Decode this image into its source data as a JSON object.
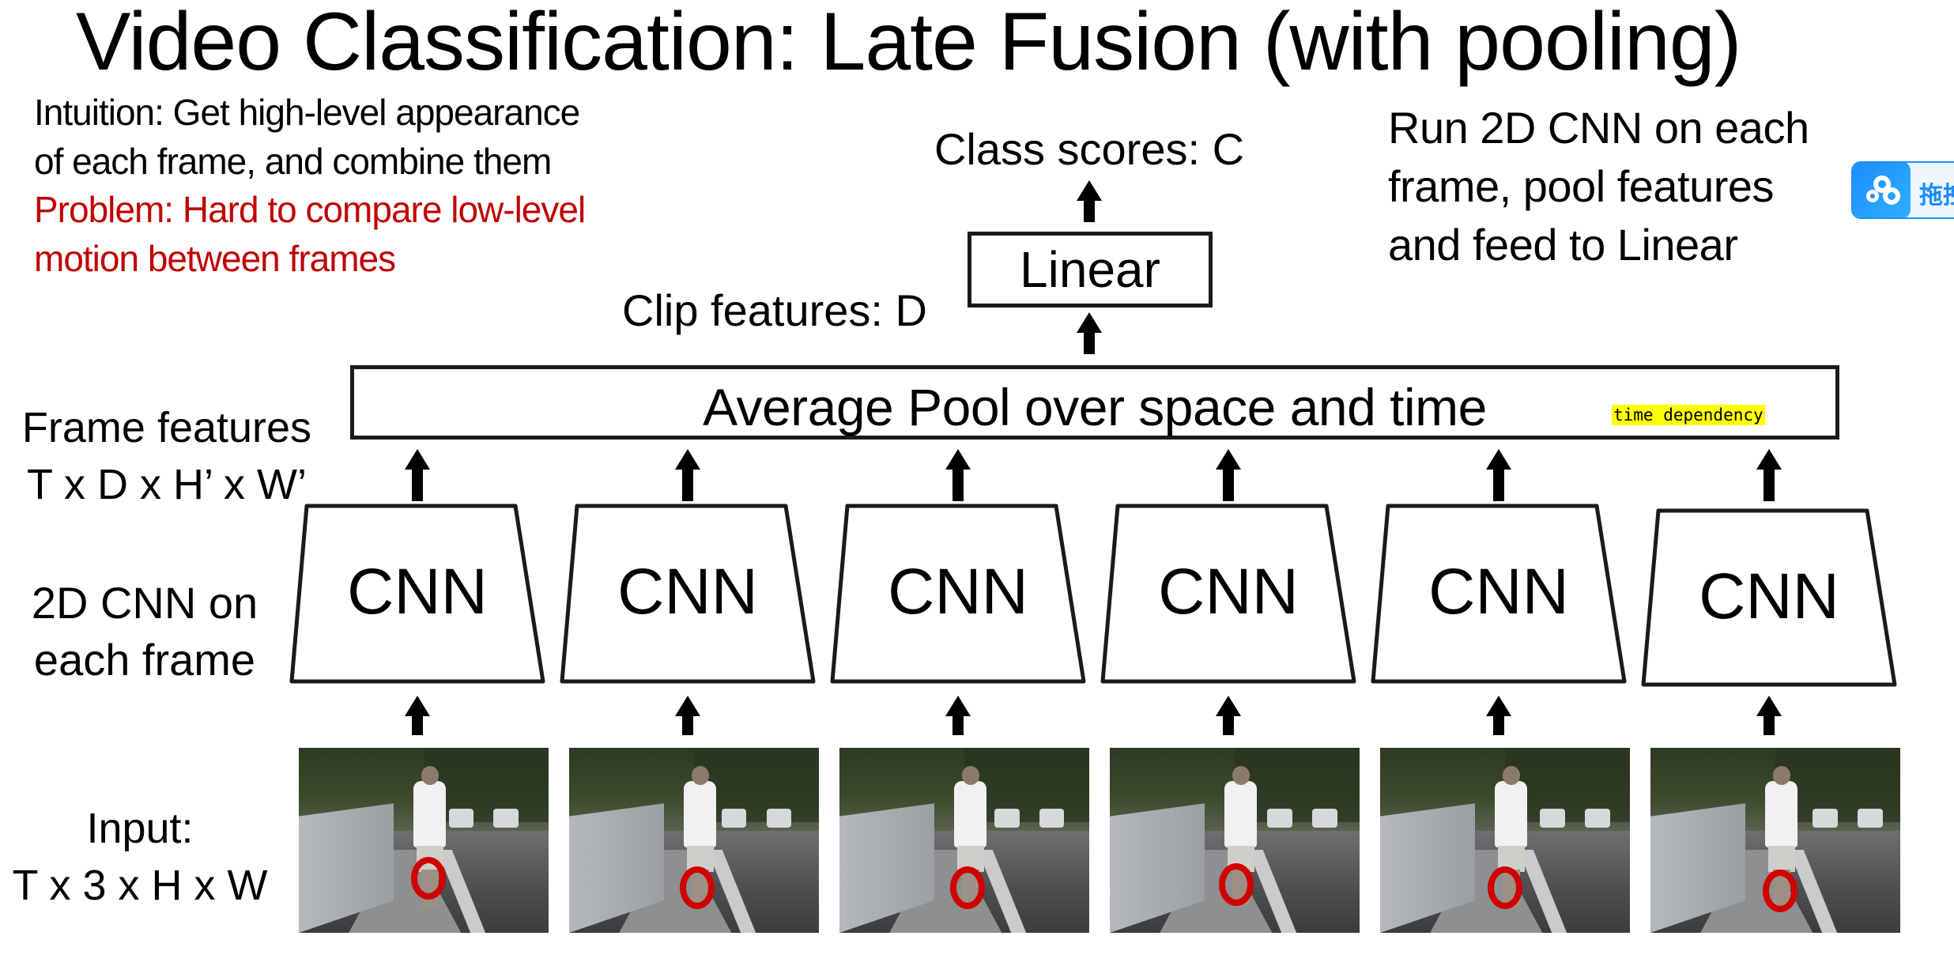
{
  "title": "Video Classification: Late Fusion (with pooling)",
  "notes": {
    "intuition_line1": "Intuition: Get high-level appearance",
    "intuition_line2": "of each frame, and combine them",
    "problem_line1": "Problem: Hard to compare low-level",
    "problem_line2": "motion between frames"
  },
  "right_note": {
    "line1": "Run 2D CNN on each",
    "line2": "frame, pool features",
    "line3": "and feed to Linear"
  },
  "diagram": {
    "class_scores_label": "Class scores: C",
    "linear_label": "Linear",
    "clip_features_label": "Clip features: D",
    "pool_label": "Average Pool over space and time",
    "pool_annotation": "time dependency",
    "frame_features_line1": "Frame features",
    "frame_features_line2": "T x D x H’ x W’",
    "cnn_desc_line1": "2D CNN on",
    "cnn_desc_line2": "each frame",
    "input_line1": "Input:",
    "input_line2": "T x 3 x H x W",
    "cnn_blocks": [
      {
        "label": "CNN"
      },
      {
        "label": "CNN"
      },
      {
        "label": "CNN"
      },
      {
        "label": "CNN"
      },
      {
        "label": "CNN"
      },
      {
        "label": "CNN"
      }
    ],
    "frames": [
      {
        "name": "frame-1"
      },
      {
        "name": "frame-2"
      },
      {
        "name": "frame-3"
      },
      {
        "name": "frame-4"
      },
      {
        "name": "frame-5"
      },
      {
        "name": "frame-6"
      }
    ]
  },
  "colors": {
    "problem_text": "#c00000",
    "highlight": "#ffff00",
    "marker_circle": "#d00000",
    "widget_accent": "#1e8cff"
  },
  "widget": {
    "icon": "cloud-icon",
    "label": "拖拽"
  }
}
